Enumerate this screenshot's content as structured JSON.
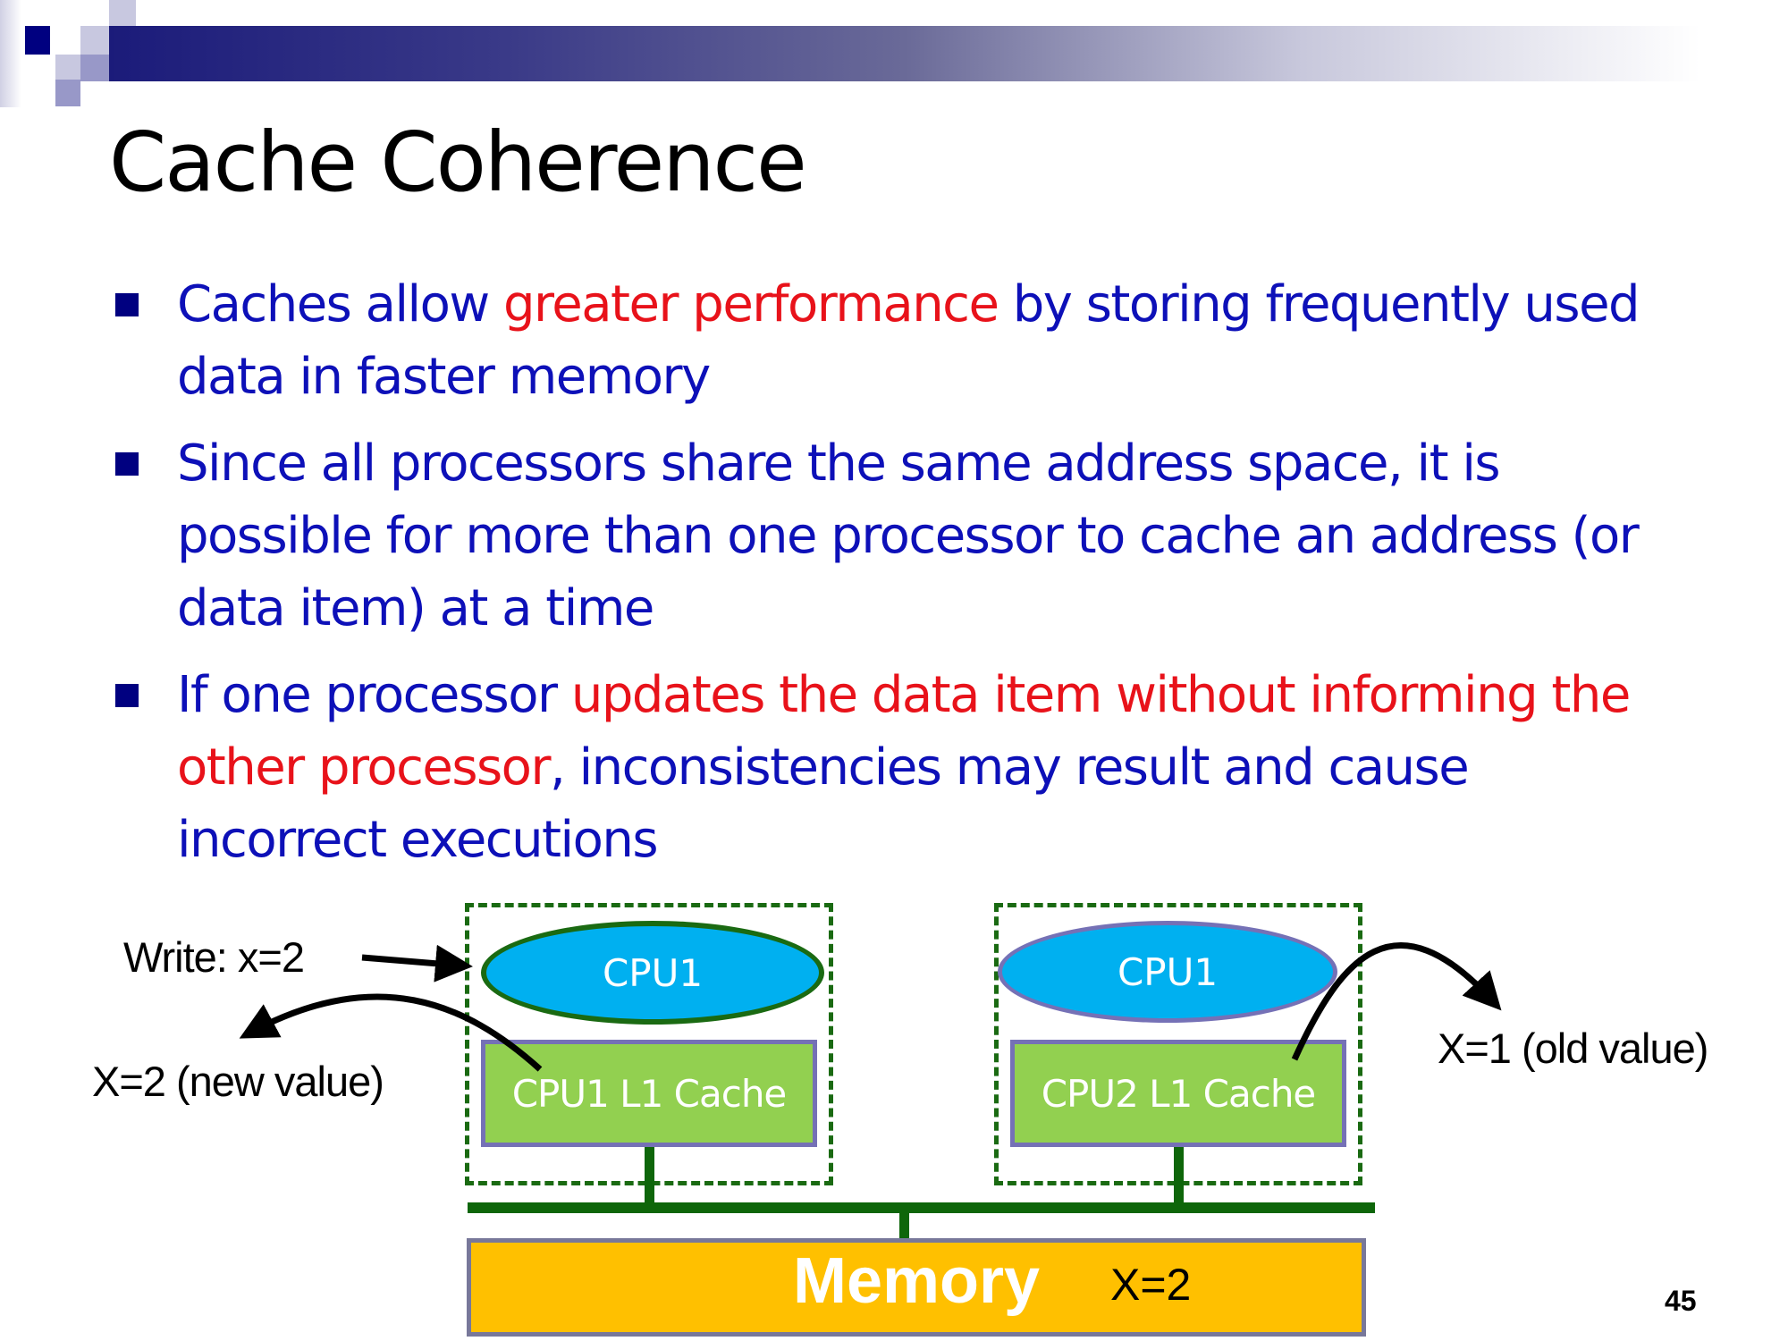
{
  "slide": {
    "title": "Cache Coherence",
    "page_number": "45",
    "bullets": [
      {
        "segments": [
          {
            "text": "Caches allow ",
            "emphasis": false
          },
          {
            "text": "greater performance",
            "emphasis": true
          },
          {
            "text": " by storing frequently used data in faster memory",
            "emphasis": false
          }
        ]
      },
      {
        "segments": [
          {
            "text": "Since all processors share the same address space, it is possible for more than one processor to cache an address (or data item) at a time",
            "emphasis": false
          }
        ]
      },
      {
        "segments": [
          {
            "text": "If one processor ",
            "emphasis": false
          },
          {
            "text": "updates the data item without informing the other processor",
            "emphasis": true
          },
          {
            "text": ", inconsistencies may result and cause incorrect executions",
            "emphasis": false
          }
        ]
      }
    ]
  },
  "diagram": {
    "write_label": "Write: x=2",
    "new_value_label": "X=2 (new value)",
    "old_value_label": "X=1 (old value)",
    "left_cpu": "CPU1",
    "left_cache": "CPU1 L1 Cache",
    "right_cpu": "CPU1",
    "right_cache": "CPU2 L1 Cache",
    "memory_label": "Memory",
    "memory_value": "X=2"
  },
  "colors": {
    "body_text": "#0d10b8",
    "emphasis_text": "#e8121a",
    "cpu_fill": "#00b0f0",
    "cache_fill": "#92d050",
    "memory_fill": "#ffc000",
    "bus": "#0e660a"
  }
}
